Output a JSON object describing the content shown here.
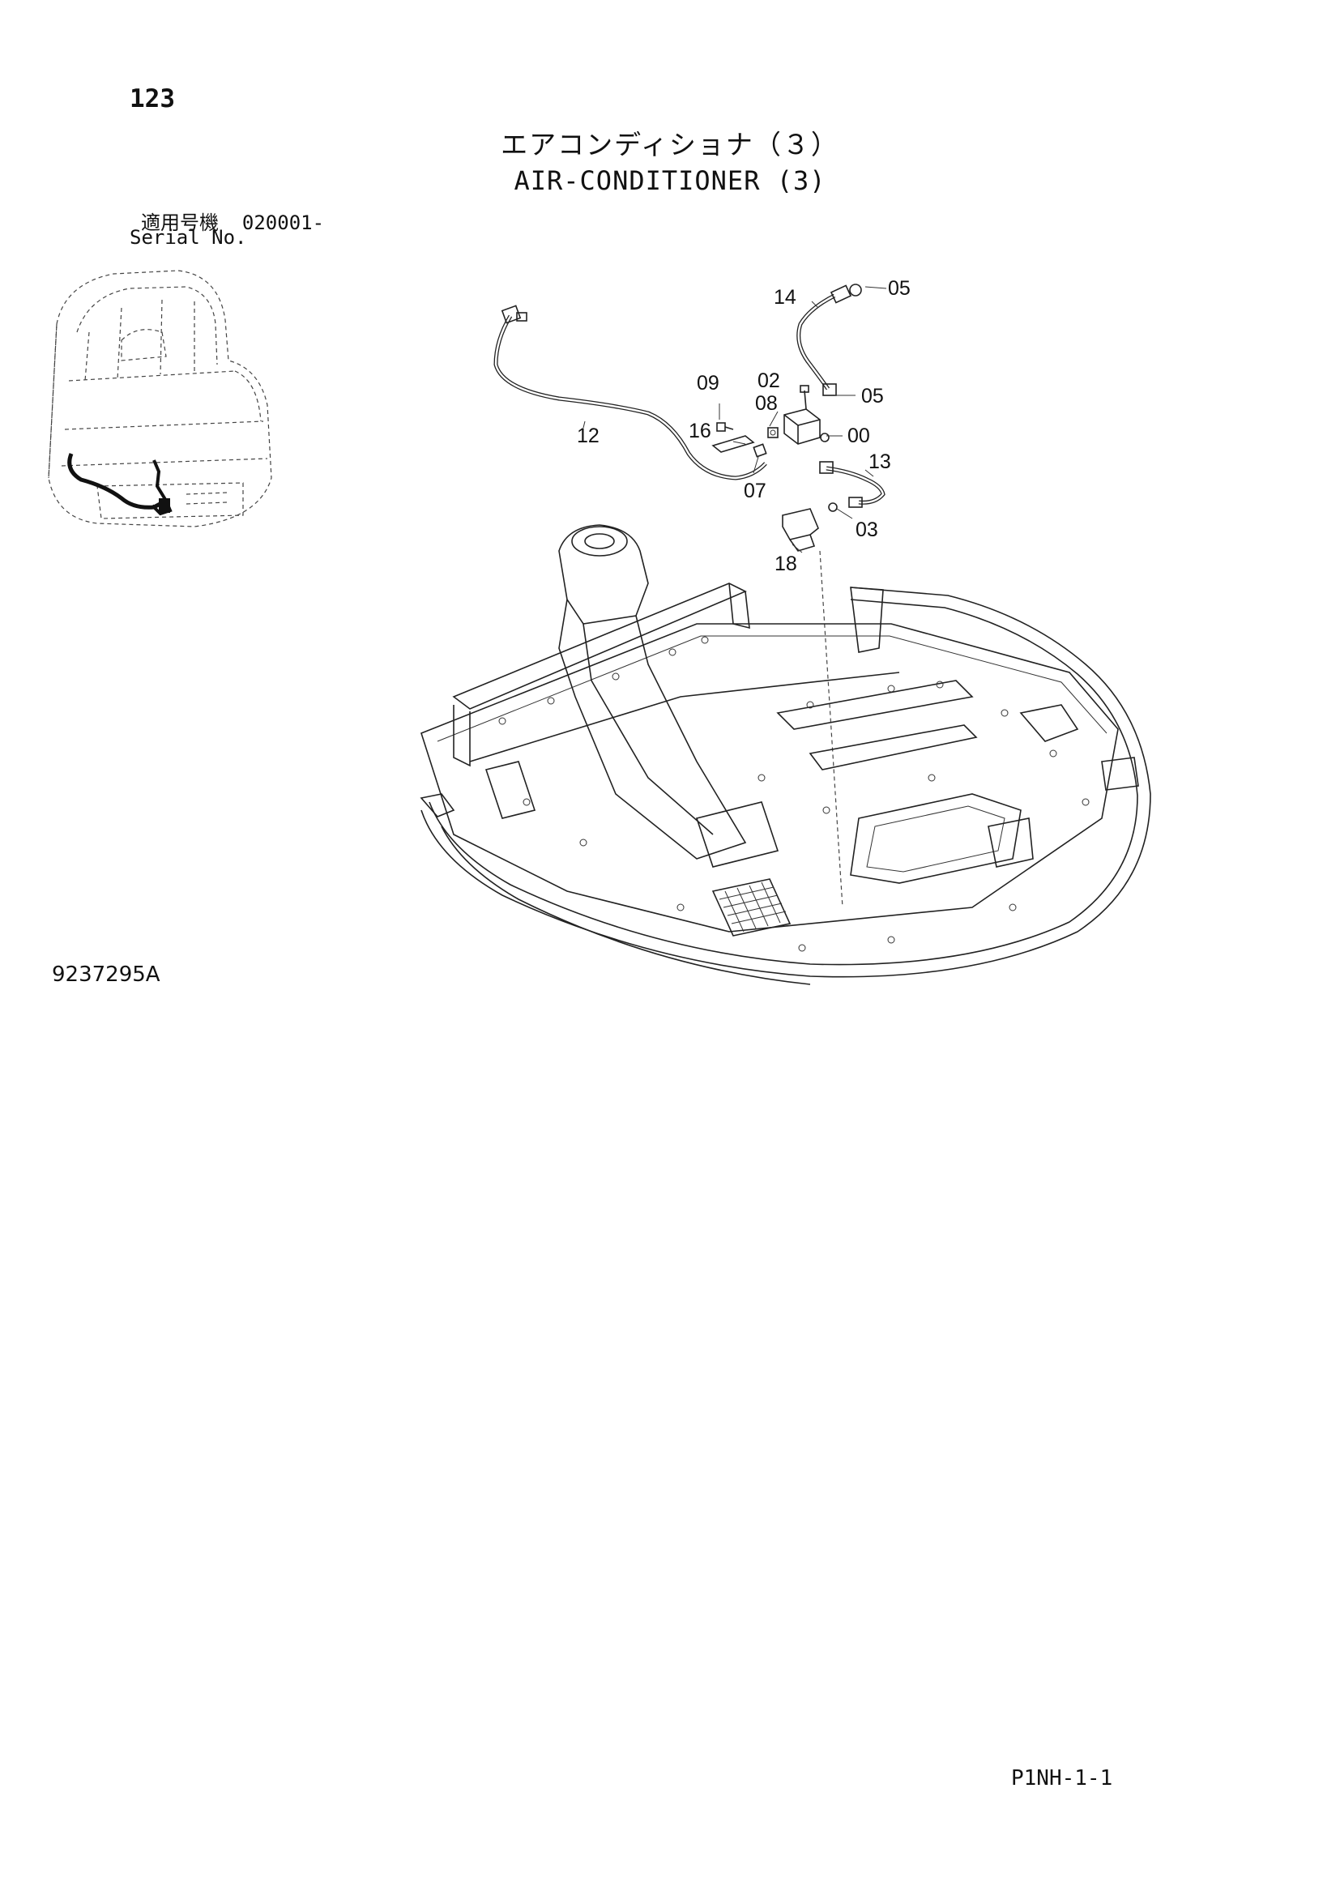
{
  "header": {
    "page_number": "123",
    "title_jp": "エアコンディショナ（３）",
    "title_en": "AIR-CONDITIONER (3)",
    "serial_label_jp": "適用号機",
    "serial_value": "020001-",
    "serial_label_en": "Serial No."
  },
  "callouts": {
    "p14": "14",
    "p05a": "05",
    "p09": "09",
    "p02": "02",
    "p05b": "05",
    "p08": "08",
    "p12": "12",
    "p16": "16",
    "p00": "00",
    "p13": "13",
    "p07": "07",
    "p03": "03",
    "p18": "18"
  },
  "footer": {
    "drawing_number": "9237295A",
    "sheet_code": "P1NH-1-1"
  }
}
